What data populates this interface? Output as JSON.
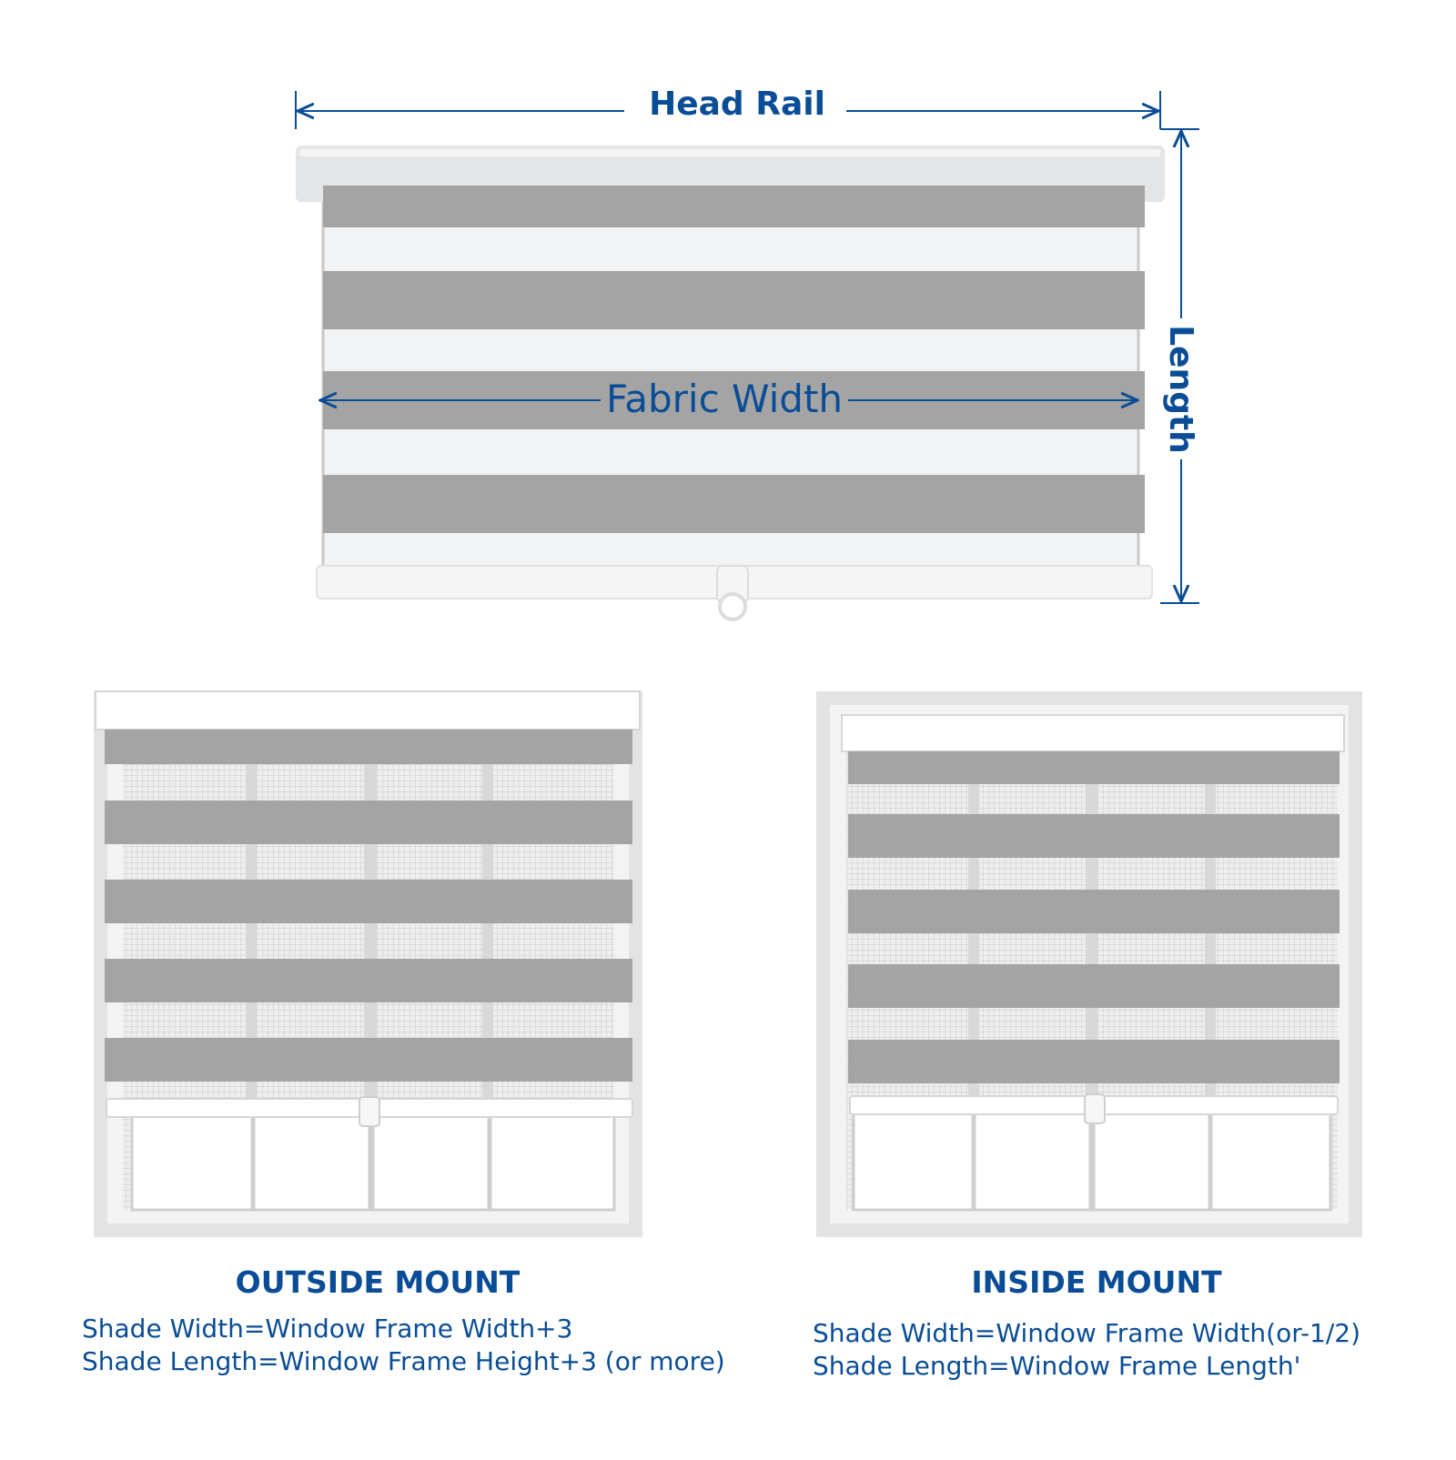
{
  "diagram": {
    "head_rail_label": "Head Rail",
    "fabric_width_label": "Fabric Width",
    "length_label": "Length"
  },
  "outside_mount": {
    "title": "OUTSIDE MOUNT",
    "line1": "Shade Width=Window Frame Width+3",
    "line2": "Shade Length=Window Frame Height+3 (or more)"
  },
  "inside_mount": {
    "title": "INSIDE MOUNT",
    "line1": "Shade Width=Window Frame Width(or-1/2)",
    "line2": "Shade Length=Window Frame Length'"
  },
  "colors": {
    "label_blue": "#0a4d96",
    "fabric_band": "#a4a4a4",
    "sheer": "#f2f3f4",
    "rail": "#e4e5e7",
    "frame": "#e3e3e3"
  }
}
